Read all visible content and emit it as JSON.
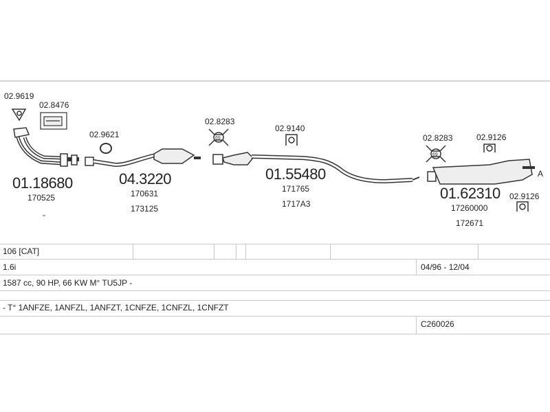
{
  "parts": {
    "p1": {
      "code": "01.18680",
      "ref": "170525"
    },
    "p2": {
      "code": "04.3220",
      "ref1": "170631",
      "ref2": "173125"
    },
    "p3": {
      "code": "01.55480",
      "ref1": "171765",
      "ref2": "1717A3"
    },
    "p4": {
      "code": "01.62310",
      "ref1": "17260000",
      "ref2": "172671"
    }
  },
  "accessories": {
    "a1": "02.9619",
    "a2": "02.8476",
    "a3": "02.9621",
    "a4": "02.8283",
    "a5": "02.9140",
    "a6": "02.8283",
    "a7": "02.9126",
    "a8": "02.9126"
  },
  "end_mark": "A",
  "spec": {
    "model": "106  [CAT]",
    "engine": "1.6i",
    "years": "04/96 - 12/04",
    "power": "1587 cc, 90 HP, 66 KW M° TU5JP -",
    "types": "- T° 1ANFZE, 1ANFZL, 1ANFZT, 1CNFZE, 1CNFZL, 1CNFZT",
    "code": "C260026"
  }
}
